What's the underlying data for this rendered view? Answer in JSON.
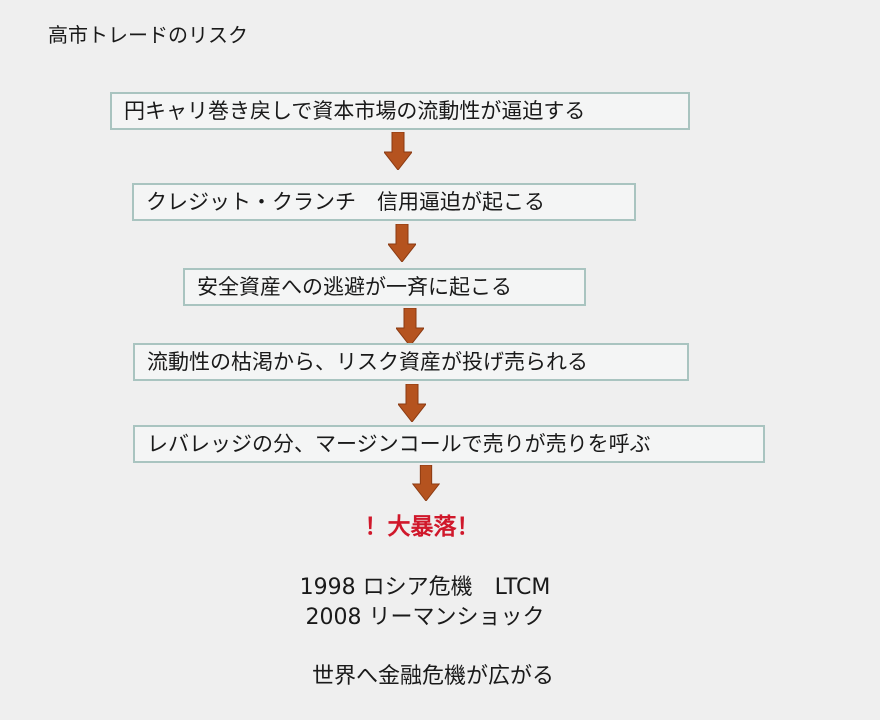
{
  "title": "高市トレードのリスク",
  "steps": [
    "円キャリ巻き戻しで資本市場の流動性が逼迫する",
    "クレジット・クランチ　信用逼迫が起こる",
    "安全資産への逃避が一斉に起こる",
    "流動性の枯渇から、リスク資産が投げ売られる",
    "レバレッジの分、マージンコールで売りが売りを呼ぶ"
  ],
  "result": "！大暴落！",
  "examples": [
    "1998 ロシア危機　LTCM",
    "2008 リーマンショック"
  ],
  "conclusion": "世界へ金融危機が広がる",
  "colors": {
    "arrow": "#b5531f",
    "result": "#d0182b",
    "box_border": "#a9c4c0"
  }
}
